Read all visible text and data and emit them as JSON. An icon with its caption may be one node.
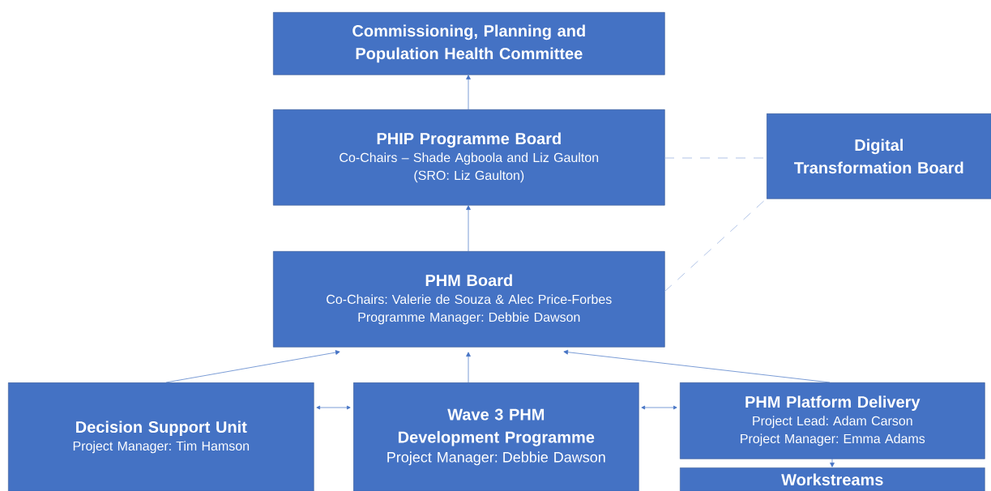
{
  "diagram": {
    "nodes": [
      {
        "text": [
          "Commissioning, Planning and Population Health Committee"
        ]
      },
      {
        "text": [
          "PHIP Programme Board",
          "Co-Chairs – Shade Agboola and Liz Gaulton",
          "(SRO: Liz Gaulton)"
        ]
      },
      {
        "text": [
          "Digital Transformation Board"
        ]
      },
      {
        "text": [
          "PHM Board",
          "Co-Chairs: Valerie de Souza & Alec Price-Forbes",
          "Programme Manager: Debbie Dawson"
        ]
      },
      {
        "text": [
          "Decision Support Unit",
          "Project Manager: Tim Hamson"
        ]
      },
      {
        "text": [
          "Wave 3 PHM Development Programme",
          "Project Manager: Debbie Dawson"
        ]
      },
      {
        "text": [
          "PHM Platform Delivery",
          "Project Lead: Adam Carson",
          "Project Manager: Emma Adams"
        ]
      },
      {
        "text": [
          "Workstreams"
        ]
      }
    ],
    "edges": [
      {
        "from": 1,
        "to": 0,
        "arrow": "to"
      },
      {
        "from": 3,
        "to": 1,
        "arrow": "to"
      },
      {
        "from": 1,
        "to": 2,
        "arrow": "none",
        "style": "dashed",
        "color": "#8faadc"
      },
      {
        "from": 3,
        "to": 2,
        "arrow": "none",
        "style": "dashed",
        "color": "#8faadc"
      },
      {
        "from": 4,
        "to": 3,
        "arrow": "to"
      },
      {
        "from": 5,
        "to": 3,
        "arrow": "to"
      },
      {
        "from": 6,
        "to": 3,
        "arrow": "to"
      },
      {
        "from": 4,
        "to": 5,
        "arrow": "both"
      },
      {
        "from": 5,
        "to": 6,
        "arrow": "both"
      },
      {
        "from": 6,
        "to": 7,
        "arrow": "to"
      }
    ]
  }
}
